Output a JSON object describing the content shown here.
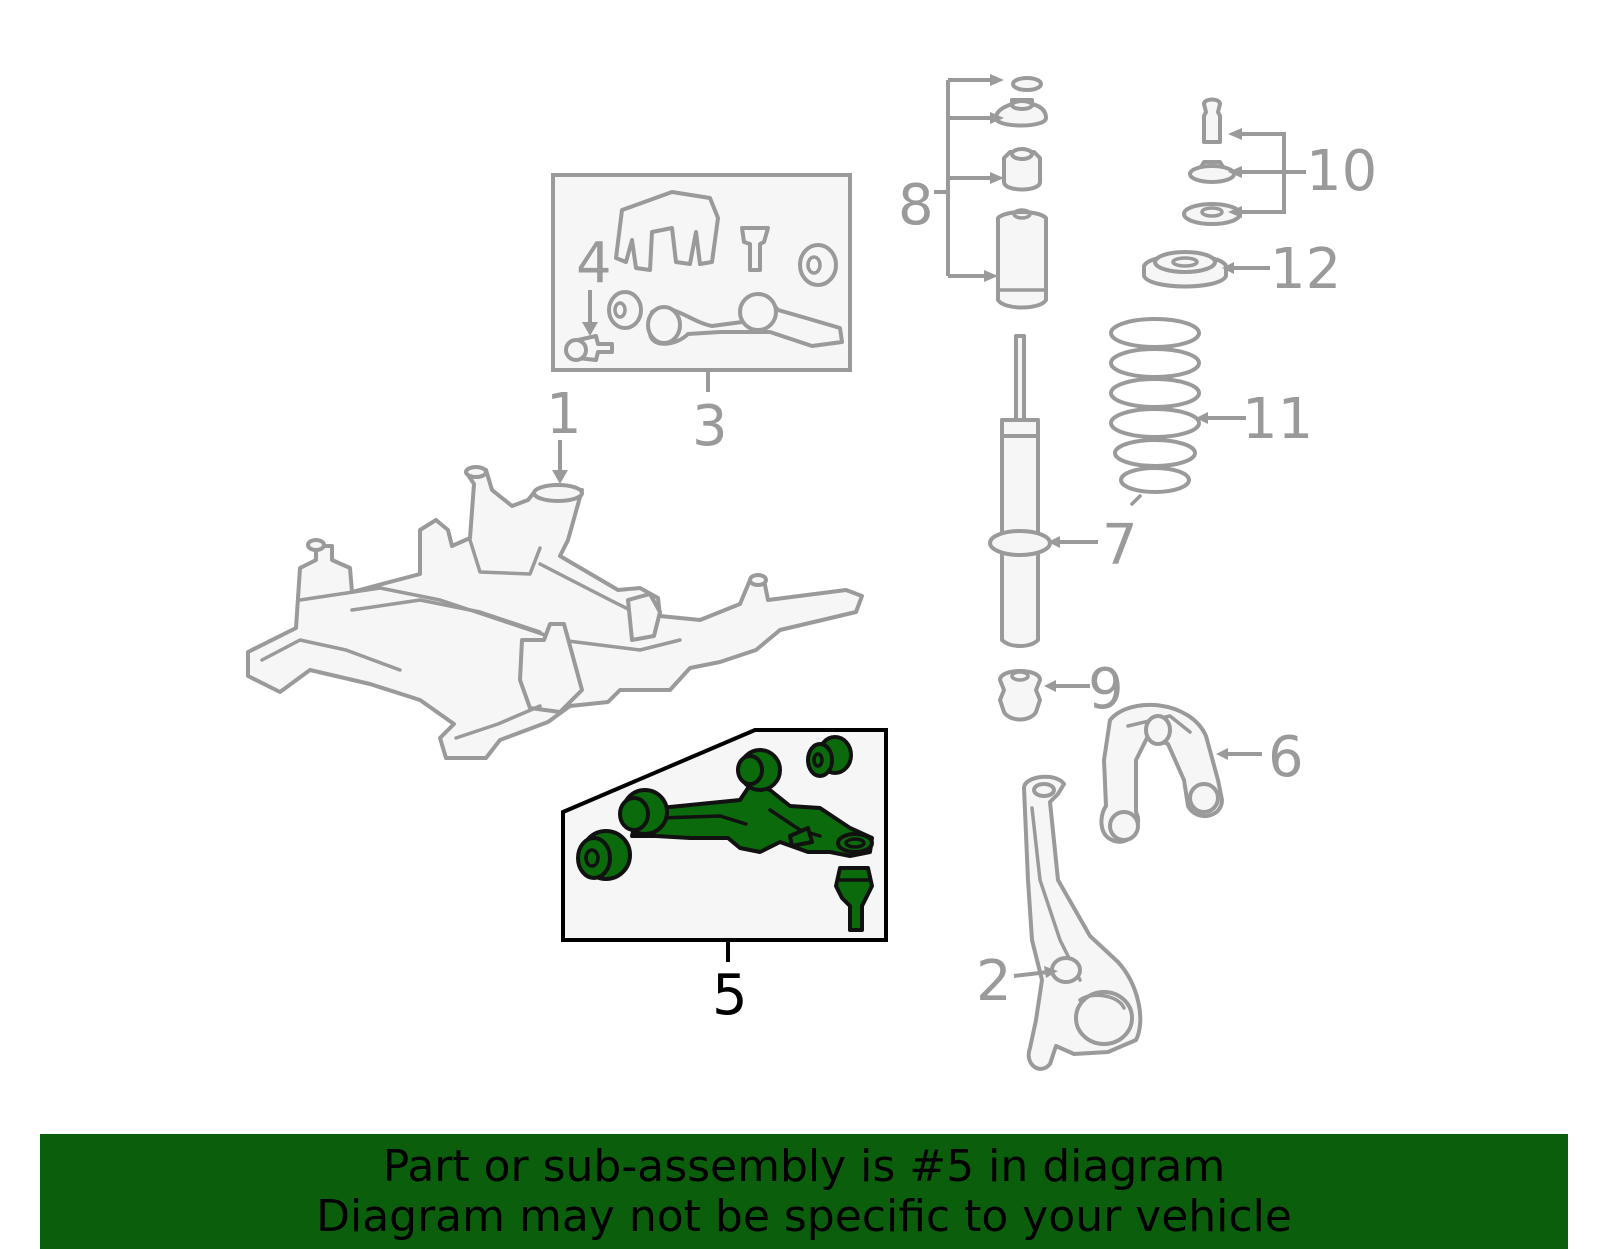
{
  "diagram": {
    "callouts": {
      "c1": "1",
      "c2": "2",
      "c3": "3",
      "c4": "4",
      "c5": "5",
      "c6": "6",
      "c7": "7",
      "c8": "8",
      "c9": "9",
      "c10": "10",
      "c11": "11",
      "c12": "12"
    },
    "highlighted_part": "5",
    "colors": {
      "highlight": "#0b6a0b",
      "outline": "#9a9a9a",
      "banner": "#0b5e0b"
    }
  },
  "banner": {
    "line1": "Part or sub-assembly is #5 in diagram",
    "line2": "Diagram may not be specific to your vehicle"
  }
}
